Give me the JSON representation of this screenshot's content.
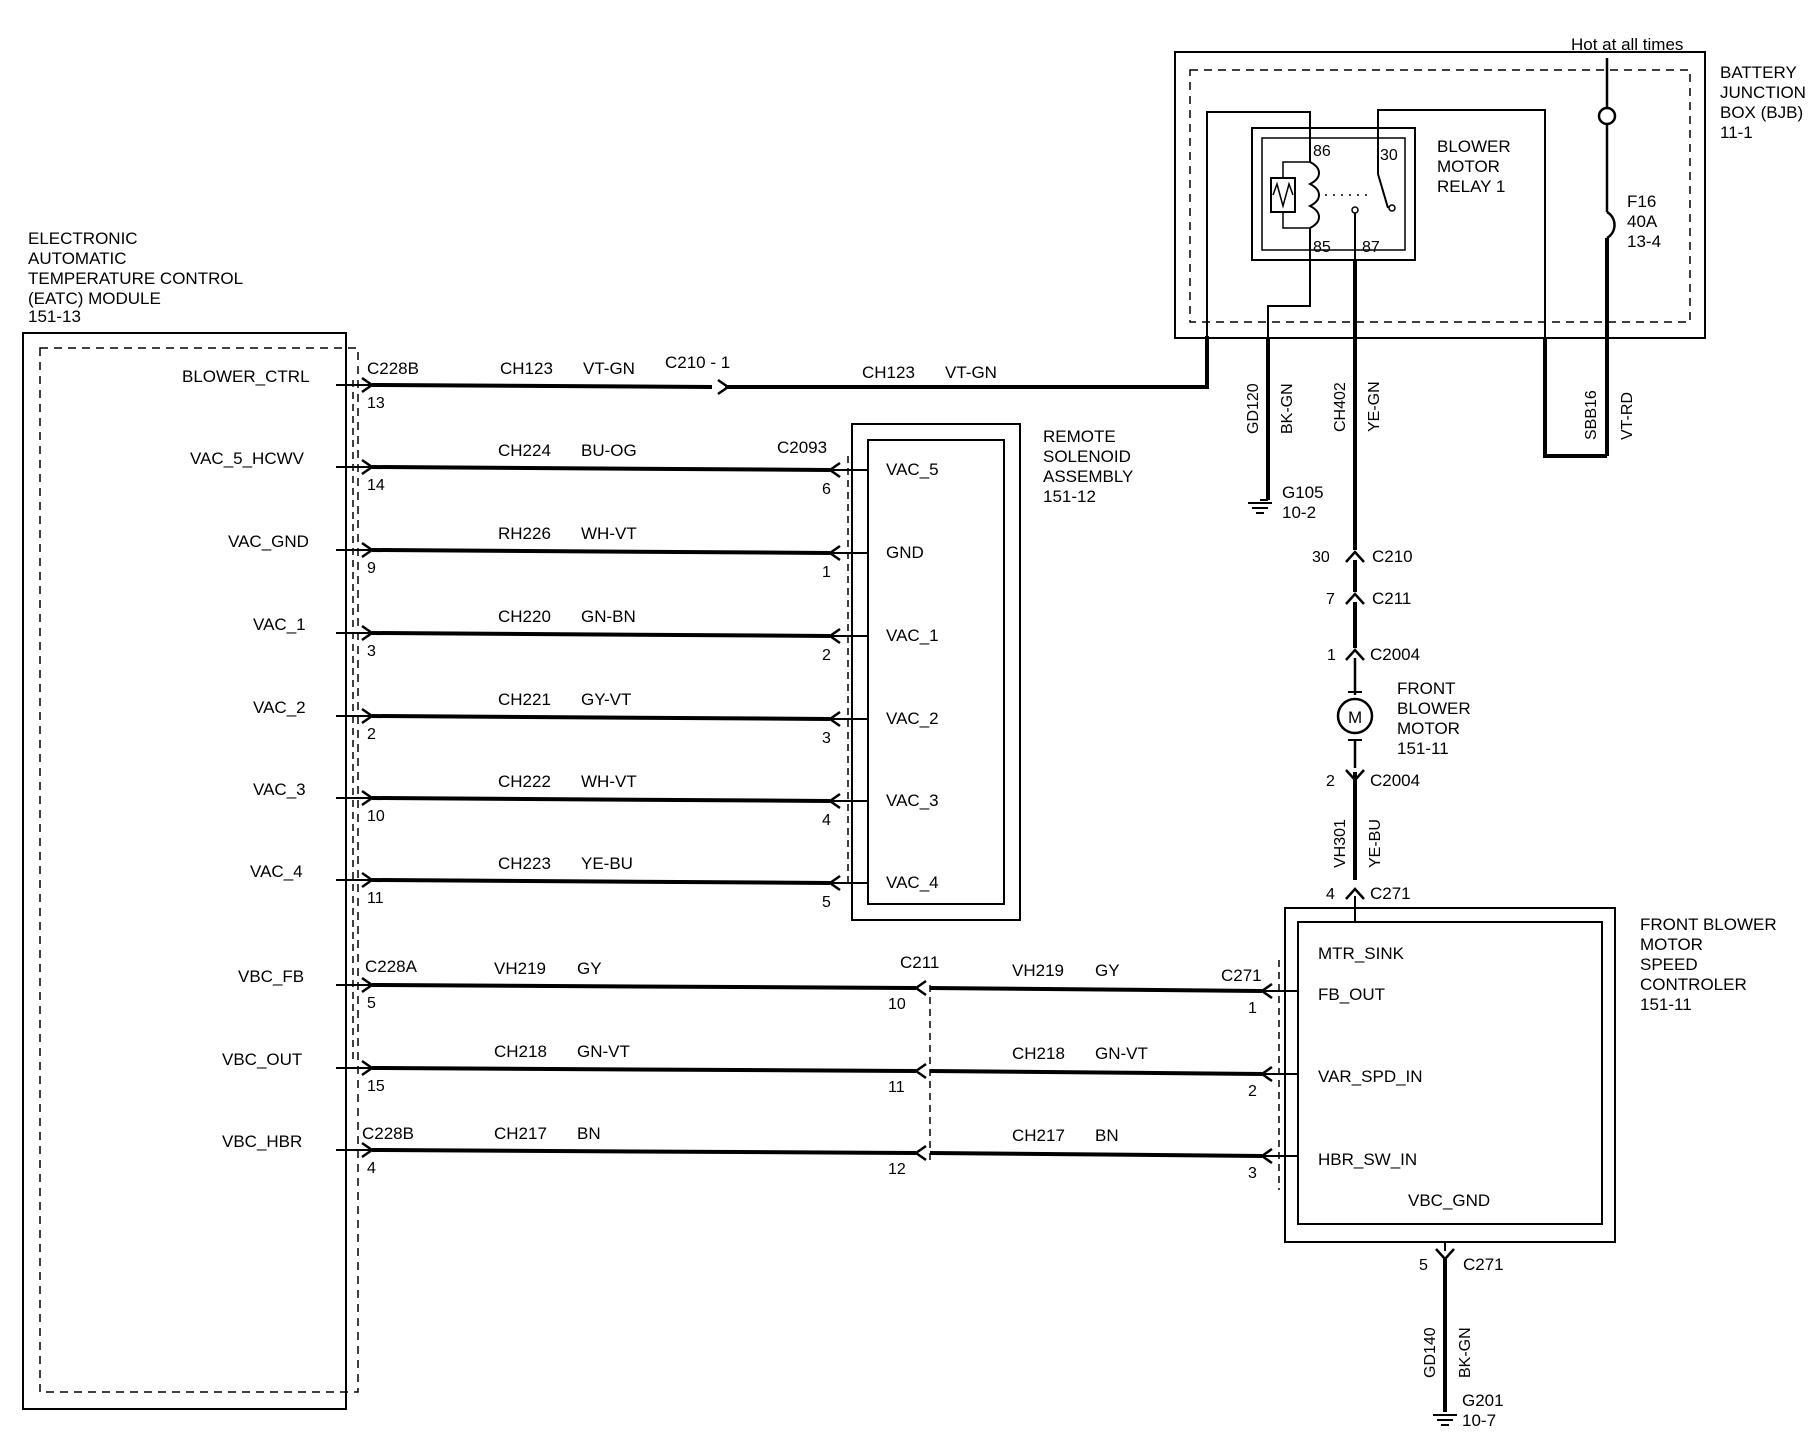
{
  "eatc": {
    "name_lines": [
      "ELECTRONIC",
      "AUTOMATIC",
      "TEMPERATURE CONTROL",
      "(EATC) MODULE",
      "151-13"
    ],
    "pins": [
      "BLOWER_CTRL",
      "VAC_5_HCWV",
      "VAC_GND",
      "VAC_1",
      "VAC_2",
      "VAC_3",
      "VAC_4",
      "VBC_FB",
      "VBC_OUT",
      "VBC_HBR"
    ]
  },
  "remote_solenoid": {
    "name_lines": [
      "REMOTE",
      "SOLENOID",
      "ASSEMBLY",
      "151-12"
    ],
    "pins": [
      "VAC_5",
      "GND",
      "VAC_1",
      "VAC_2",
      "VAC_3",
      "VAC_4"
    ]
  },
  "bjb": {
    "name_lines": [
      "BATTERY",
      "JUNCTION",
      "BOX (BJB)",
      "11-1"
    ],
    "hot": "Hot at all times",
    "relay_lines": [
      "BLOWER",
      "MOTOR",
      "RELAY 1"
    ],
    "relay_pins": [
      "86",
      "30",
      "85",
      "87"
    ],
    "fuse_lines": [
      "F16",
      "40A",
      "13-4"
    ]
  },
  "motor": {
    "symbol": "M",
    "name_lines": [
      "FRONT",
      "BLOWER",
      "MOTOR",
      "151-11"
    ]
  },
  "controller": {
    "name_lines": [
      "FRONT BLOWER",
      "MOTOR",
      "SPEED",
      "CONTROLER",
      "151-11"
    ],
    "pins": [
      "MTR_SINK",
      "FB_OUT",
      "VAR_SPD_IN",
      "HBR_SW_IN",
      "VBC_GND"
    ]
  },
  "wires": [
    {
      "circuit": "CH123",
      "color": "VT-GN"
    },
    {
      "circuit": "CH224",
      "color": "BU-OG"
    },
    {
      "circuit": "RH226",
      "color": "WH-VT"
    },
    {
      "circuit": "CH220",
      "color": "GN-BN"
    },
    {
      "circuit": "CH221",
      "color": "GY-VT"
    },
    {
      "circuit": "CH222",
      "color": "WH-VT"
    },
    {
      "circuit": "CH223",
      "color": "YE-BU"
    },
    {
      "circuit": "VH219",
      "color": "GY"
    },
    {
      "circuit": "CH218",
      "color": "GN-VT"
    },
    {
      "circuit": "CH217",
      "color": "BN"
    }
  ],
  "eatc_pin_numbers": [
    "13",
    "14",
    "9",
    "3",
    "2",
    "10",
    "11",
    "5",
    "15",
    "4"
  ],
  "solenoid_pin_numbers": [
    "6",
    "1",
    "2",
    "3",
    "4",
    "5"
  ],
  "c211_pin_numbers": [
    "10",
    "11",
    "12"
  ],
  "c271_pin_numbers": [
    "1",
    "2",
    "3"
  ],
  "connectors": {
    "c228b": "C228B",
    "c228a": "C228A",
    "c210": "C210",
    "c210_inline": "C210  -  1",
    "c2093": "C2093",
    "c211": "C211",
    "c271": "C271",
    "c2004": "C2004"
  },
  "vertical_wires": {
    "gd120": {
      "circuit": "GD120",
      "color": "BK-GN"
    },
    "ch402": {
      "circuit": "CH402",
      "color": "YE-GN"
    },
    "sbb16": {
      "circuit": "SBB16",
      "color": "VT-RD"
    },
    "vh301": {
      "circuit": "VH301",
      "color": "YE-BU"
    },
    "gd140": {
      "circuit": "GD140",
      "color": "BK-GN"
    }
  },
  "chain_pins": [
    "30",
    "7",
    "1",
    "2",
    "4"
  ],
  "ground_c271_pin": "5",
  "grounds": {
    "g105": [
      "G105",
      "10-2"
    ],
    "g201": [
      "G201",
      "10-7"
    ]
  }
}
